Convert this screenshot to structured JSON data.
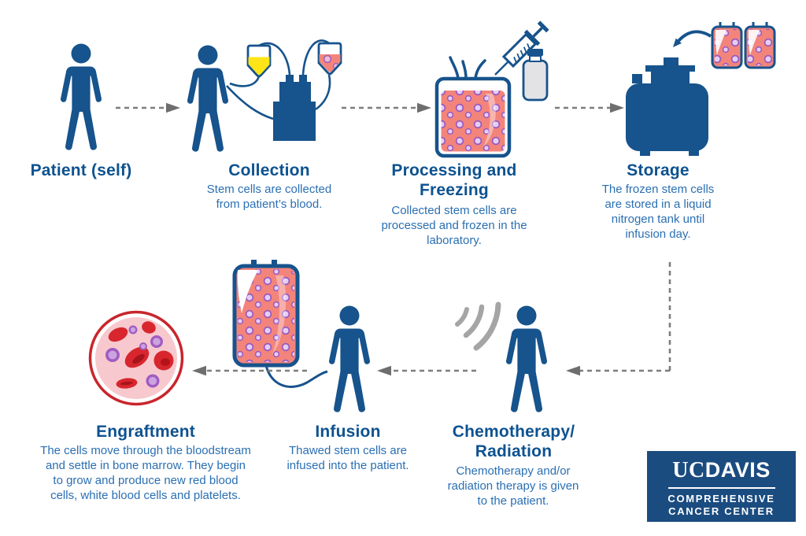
{
  "title": "Stem cell transplant process diagram",
  "stages": [
    {
      "id": "patient",
      "title": "Patient (self)",
      "description": ""
    },
    {
      "id": "collection",
      "title": "Collection",
      "description": "Stem cells are collected\nfrom patient’s blood."
    },
    {
      "id": "processing",
      "title": "Processing and\nFreezing",
      "description": "Collected stem cells are\nprocessed and frozen in the\nlaboratory."
    },
    {
      "id": "storage",
      "title": "Storage",
      "description": "The frozen stem cells\nare stored in a liquid\nnitrogen tank until\ninfusion day."
    },
    {
      "id": "chemo",
      "title": "Chemotherapy/\nRadiation",
      "description": "Chemotherapy and/or\nradiation therapy is given\nto the patient."
    },
    {
      "id": "infusion",
      "title": "Infusion",
      "description": "Thawed stem cells are\ninfused into the patient."
    },
    {
      "id": "engraftment",
      "title": "Engraftment",
      "description": "The cells move through the bloodstream\nand settle in bone marrow. They begin\nto grow and produce new red blood\ncells, white blood cells and platelets."
    }
  ],
  "logo": {
    "uc": "UC",
    "davis": "DAVIS",
    "line1": "COMPREHENSIVE",
    "line2": "CANCER CENTER"
  },
  "colors": {
    "icon_navy": "#17538C",
    "heading_blue": "#0D5290",
    "body_blue": "#2A6FB3",
    "bag_salmon": "#F3847B",
    "cell_purple": "#9858BE",
    "plasma_yellow": "#FFE417",
    "arrow_gray": "#7D7D7D",
    "wave_gray": "#A5A5A5",
    "engraft_ring_red": "#C9252C",
    "engraft_pink": "#F7C9CE",
    "rbc_red": "#D8262E",
    "logo_background": "#1B4C80"
  }
}
